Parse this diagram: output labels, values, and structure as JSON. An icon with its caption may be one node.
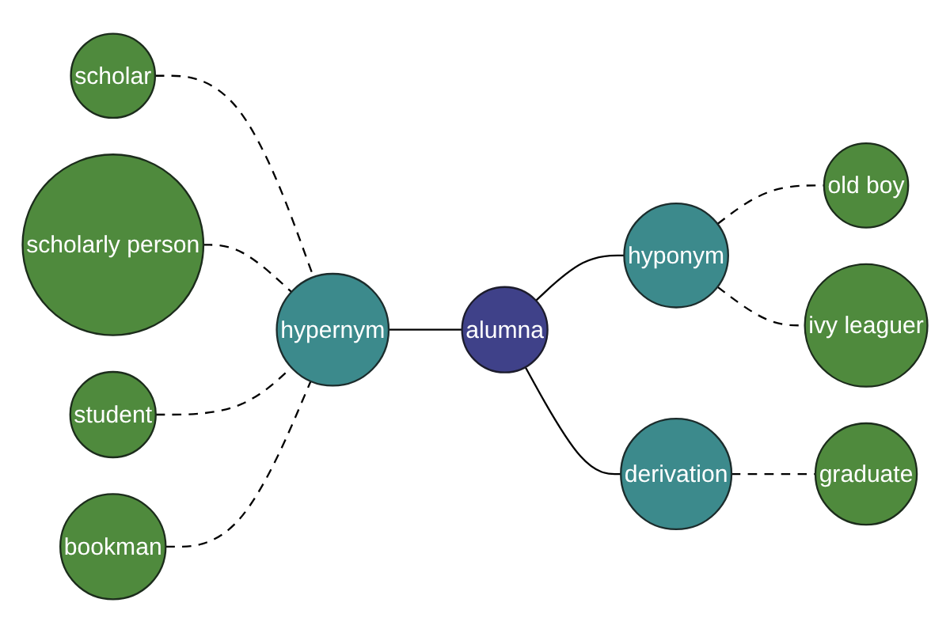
{
  "diagram": {
    "nodes": [
      {
        "text": [
          "alumna"
        ]
      },
      {
        "text": [
          "hypernym"
        ]
      },
      {
        "text": [
          "scholar"
        ]
      },
      {
        "text": [
          "scholarly person"
        ]
      },
      {
        "text": [
          "student"
        ]
      },
      {
        "text": [
          "bookman"
        ]
      },
      {
        "text": [
          "hyponym"
        ]
      },
      {
        "text": [
          "old boy"
        ]
      },
      {
        "text": [
          "ivy leaguer"
        ]
      },
      {
        "text": [
          "derivation"
        ]
      },
      {
        "text": [
          "graduate"
        ]
      }
    ],
    "edges": [
      {
        "from": 1,
        "to": 0,
        "arrow": "none"
      },
      {
        "from": 2,
        "to": 1,
        "arrow": "none",
        "style": "dashed"
      },
      {
        "from": 3,
        "to": 1,
        "arrow": "none",
        "style": "dashed"
      },
      {
        "from": 4,
        "to": 1,
        "arrow": "none",
        "style": "dashed"
      },
      {
        "from": 5,
        "to": 1,
        "arrow": "none",
        "style": "dashed"
      },
      {
        "from": 0,
        "to": 6,
        "arrow": "none"
      },
      {
        "from": 6,
        "to": 7,
        "arrow": "none",
        "style": "dashed"
      },
      {
        "from": 6,
        "to": 8,
        "arrow": "none",
        "style": "dashed"
      },
      {
        "from": 0,
        "to": 9,
        "arrow": "none"
      },
      {
        "from": 9,
        "to": 10,
        "arrow": "none",
        "style": "dashed"
      }
    ]
  }
}
